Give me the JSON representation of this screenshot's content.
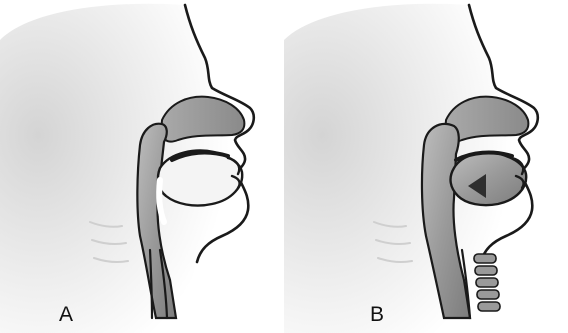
{
  "panels": [
    {
      "label": "A",
      "airway": "open"
    },
    {
      "label": "B",
      "airway": "obstructed"
    }
  ],
  "colors": {
    "outline": "#1a1a1a",
    "tissue": "#8f8f8f",
    "tissue_light": "#c6c6c6",
    "cavity": "#ffffff",
    "skin_shadow": "#d8d8d8",
    "arrow": "#3c3c3c"
  },
  "icons": {
    "arrow": "airflow-arrow-icon"
  }
}
